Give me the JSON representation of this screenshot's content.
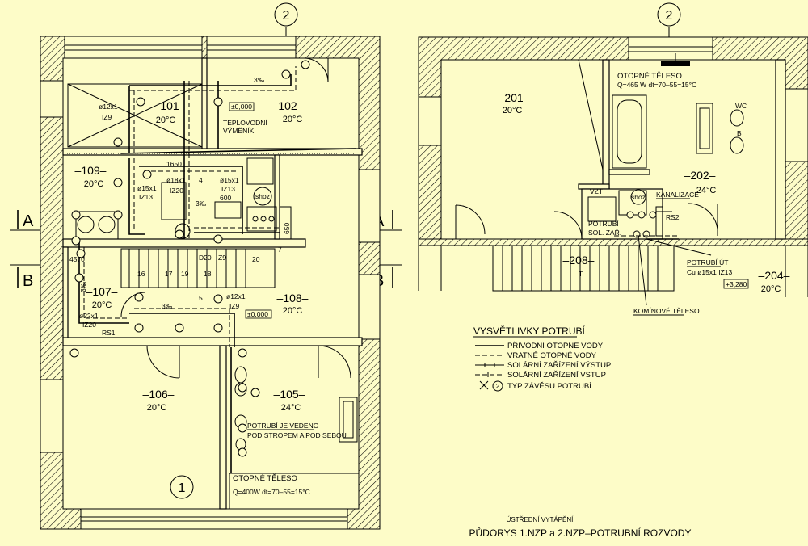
{
  "axes": {
    "top_left": "2",
    "top_right": "2",
    "bottom_center": "1",
    "section_a": "A",
    "section_b": "B"
  },
  "rooms": {
    "r101": {
      "name": "–101–",
      "temp": "20°C"
    },
    "r102": {
      "name": "–102–",
      "temp": "20°C"
    },
    "r109": {
      "name": "–109–",
      "temp": "20°C"
    },
    "r107": {
      "name": "–107–",
      "temp": "20°C"
    },
    "r108": {
      "name": "–108–",
      "temp": "20°C"
    },
    "r106": {
      "name": "–106–",
      "temp": "20°C"
    },
    "r105": {
      "name": "–105–",
      "temp": "24°C"
    },
    "r201": {
      "name": "–201–",
      "temp": "20°C"
    },
    "r202": {
      "name": "–202–",
      "temp": "24°C"
    },
    "r208": {
      "name": "–208–"
    },
    "r204": {
      "name": "–204–",
      "temp": "20°C"
    }
  },
  "labels": {
    "pipe_12_iz9_a": "ø12x1",
    "iz9_a": "IZ9",
    "level_0": "±0,000",
    "level_0b": "±0,000",
    "level_3280": "+3,280",
    "exchanger_1": "TEPLOVODNÍ",
    "exchanger_2": "VÝMĚNÍK",
    "dim_1650": "1650",
    "pipe_18": "ø18x1",
    "iz20_a": "IZ20",
    "num_4": "4",
    "pipe_15_a": "ø15x1",
    "iz13_a": "IZ13",
    "dim_600": "600",
    "pipe_15_b": "ø15x1",
    "iz13_b": "IZ13",
    "shoz": "shoz",
    "shoz2": "shoz",
    "dim_650": "650",
    "dim_4570": "4570",
    "n16": "16",
    "n17": "17",
    "n19": "19",
    "n18": "18",
    "n20": "20",
    "n5": "5",
    "n7": "7",
    "d20": "D20",
    "z9": "Z9",
    "pipe_12_b": "ø12x1",
    "iz9_b": "IZ9",
    "pipe_22": "ø22x1",
    "iz20_b": "IZ20",
    "rs1": "RS1",
    "slope_a": "3‰",
    "slope_b": "3‰",
    "slope_c": "3‰",
    "slope_d": "3‰",
    "routed_1": "POTRUBÍ JE VEDENO",
    "routed_2": "POD STROPEM A POD SEBOU",
    "radiator_1": "OTOPNÉ TĚLESO",
    "radiator_1_q": "Q=400W  dt=70–55=15°C",
    "radiator_2": "OTOPNÉ TĚLESO",
    "radiator_2_q": "Q=465 W  dt=70–55=15°C",
    "wc": "WC",
    "b": "B",
    "kanalizace": "KANALIZACE",
    "vzt": "VZT",
    "potrubi_sol_1": "POTRUBÍ",
    "potrubi_sol_2": "SOL. ZAŘ.",
    "rs2": "RS2",
    "potrubi_ut": "POTRUBÍ ÚT",
    "cu_pipe": "Cu ø15x1  IZ13",
    "t_mark": "T",
    "kominove": "KOMÍNOVÉ TĚLESO"
  },
  "legend": {
    "title": "VYSVĚTLIVKY POTRUBÍ",
    "items": [
      "PŘÍVODNÍ OTOPNÉ VODY",
      "VRATNÉ OTOPNÉ VODY",
      "SOLÁRNÍ ZAŘÍZENÍ VÝSTUP",
      "SOLÁRNÍ ZAŘÍZENÍ VSTUP",
      "TYP ZÁVĚSU POTRUBÍ"
    ],
    "hanger_number": "2"
  },
  "title_block": {
    "subtitle": "ÚSTŘEDNÍ VYTÁPĚNÍ",
    "title": "PŮDORYS 1.NZP a 2.NZP–POTRUBNÍ ROZVODY"
  }
}
